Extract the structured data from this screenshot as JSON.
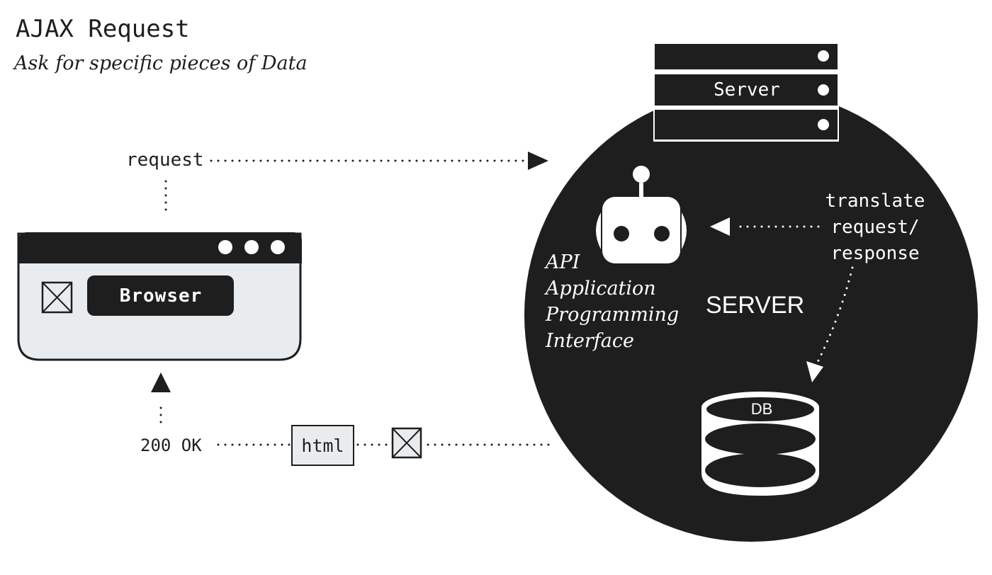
{
  "title": "AJAX Request",
  "subtitle": "Ask for specific pieces of Data",
  "labels": {
    "request": "request",
    "ok_status": "200 OK",
    "html_box": "html",
    "browser": "Browser",
    "server_rack": "Server",
    "translate": [
      "translate",
      "request/",
      "response"
    ],
    "api": [
      "API",
      "Application",
      "Programming",
      "Interface"
    ],
    "server_big": "SERVER",
    "db": "DB"
  },
  "colors": {
    "ink": "#1e1e1e",
    "browser_fill": "#e9ecef",
    "html_fill": "#e9ecef",
    "paper": "#ffffff"
  },
  "icons": [
    "image-placeholder-icon",
    "robot-icon",
    "server-rack-icon",
    "database-icon",
    "window-dots-icon"
  ]
}
